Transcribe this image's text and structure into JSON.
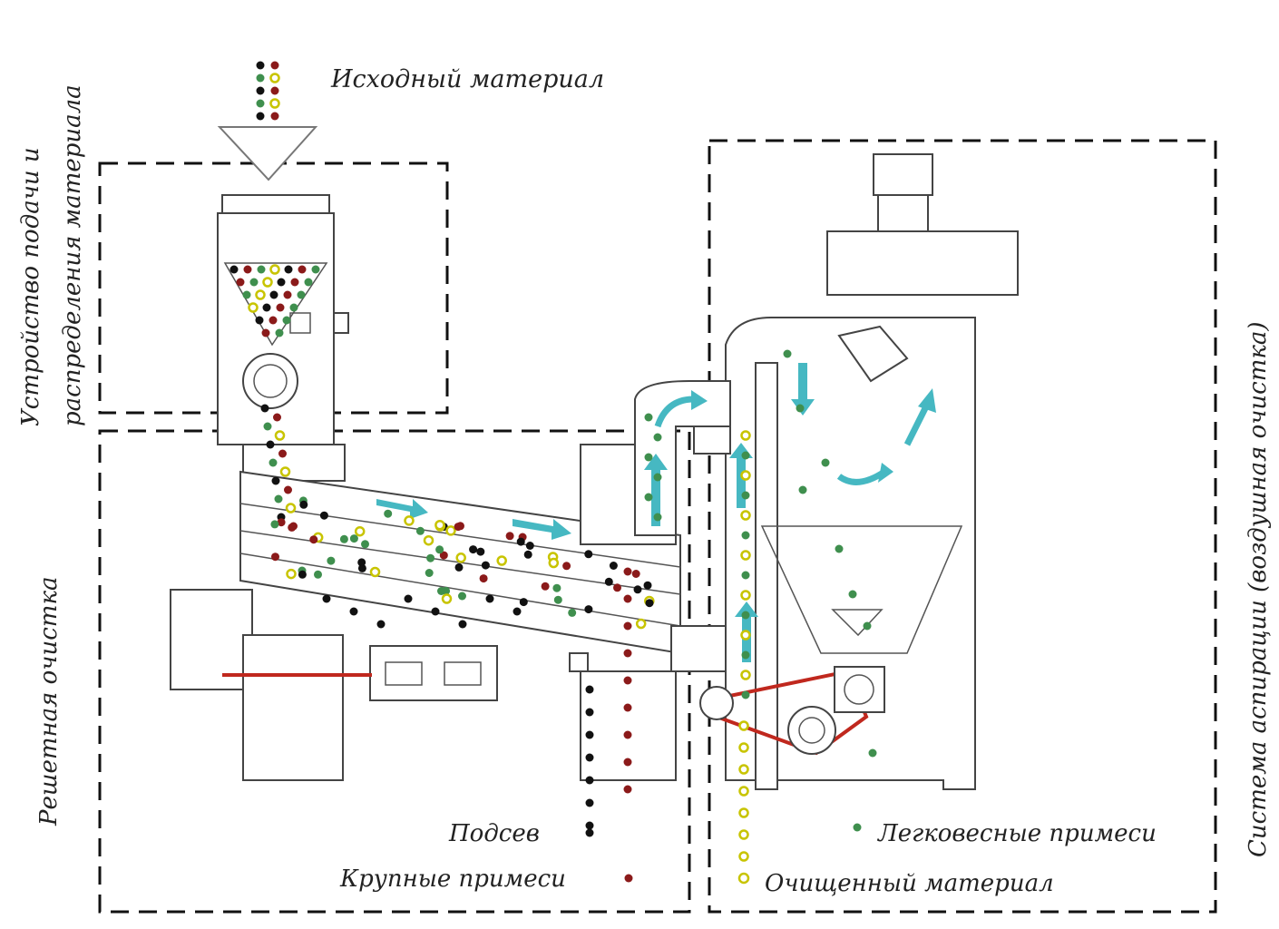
{
  "labels": {
    "source_material": "Исходный материал",
    "feeder_line1": "Устройство подачи и",
    "feeder_line2": "распределения материала",
    "sieve_cleaning": "Решетная очистка",
    "aspiration": "Система аспирации (воздушная очистка)"
  },
  "legend": [
    {
      "label": "Подсев",
      "color": "#111111",
      "style": "filled"
    },
    {
      "label": "Крупные примеси",
      "color": "#8b1a1a",
      "style": "filled"
    },
    {
      "label": "Легковесные примеси",
      "color": "#3f8f4e",
      "style": "filled"
    },
    {
      "label": "Очищенный материал",
      "color": "#c8c400",
      "style": "ring"
    }
  ],
  "colors": {
    "fine_seed": "#111111",
    "coarse_impurities": "#8b1a1a",
    "light_impurities": "#3f8f4e",
    "clean_material": "#c8c400",
    "air_flow": "#46b8c2",
    "drive_belt": "#c0281e"
  }
}
